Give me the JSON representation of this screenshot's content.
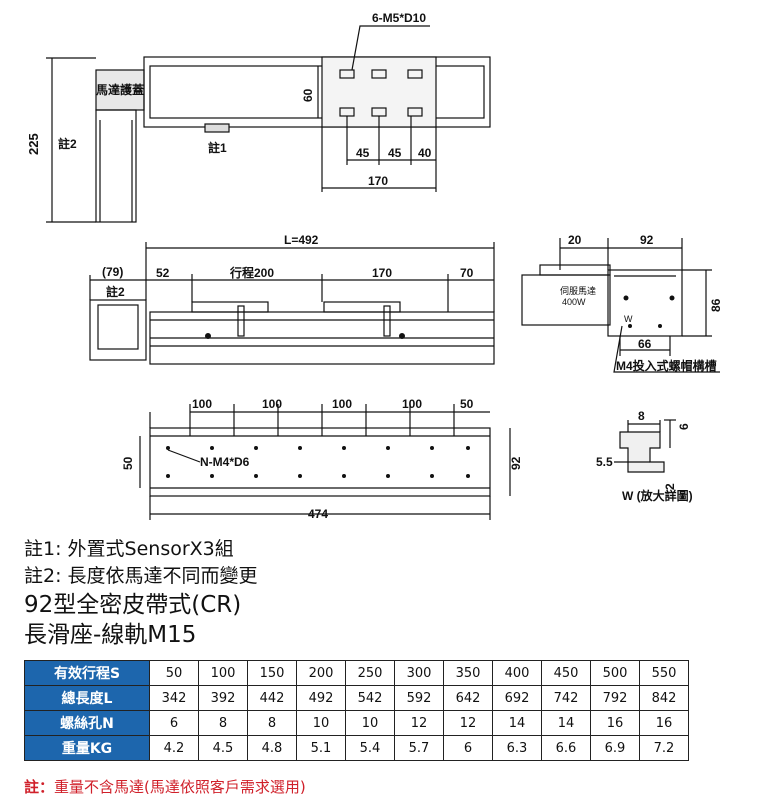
{
  "drawing": {
    "top_view": {
      "callout_holes": "6-M5*D10",
      "motor_cover": "馬達護蓋",
      "dim_height": "225",
      "dim_60": "60",
      "dim_45a": "45",
      "dim_45b": "45",
      "dim_40": "40",
      "dim_170": "170",
      "note2_tag": "註2",
      "note1_tag": "註1"
    },
    "side_view": {
      "dim_L": "L=492",
      "dim_79": "(79)",
      "dim_52": "52",
      "dim_stroke": "行程200",
      "dim_170": "170",
      "dim_70": "70",
      "note2_tag": "註2"
    },
    "end_view": {
      "dim_20": "20",
      "dim_92": "92",
      "motor_label_1": "伺服馬達",
      "motor_label_2": "400W",
      "dim_86": "86",
      "dim_66": "66",
      "w_mark": "W",
      "slot_callout": "M4投入式螺帽構槽"
    },
    "bottom_view": {
      "dim_100a": "100",
      "dim_100b": "100",
      "dim_100c": "100",
      "dim_100d": "100",
      "dim_50": "50",
      "hole_callout": "N-M4*D6",
      "dim_50_left": "50",
      "dim_92_right": "92",
      "dim_474": "474"
    },
    "detail_w": {
      "dim_8": "8",
      "dim_6": "6",
      "dim_5_5": "5.5",
      "dim_2": "2",
      "caption": "W (放大詳圖)"
    }
  },
  "notes": {
    "note1": "註1: 外置式SensorX3組",
    "note2": "註2: 長度依馬達不同而變更",
    "title1": "92型全密皮帶式(CR)",
    "title2": "長滑座-線軌M15"
  },
  "table": {
    "headers": [
      "有效行程S",
      "總長度L",
      "螺絲孔N",
      "重量KG"
    ],
    "rows": [
      [
        "50",
        "100",
        "150",
        "200",
        "250",
        "300",
        "350",
        "400",
        "450",
        "500",
        "550"
      ],
      [
        "342",
        "392",
        "442",
        "492",
        "542",
        "592",
        "642",
        "692",
        "742",
        "792",
        "842"
      ],
      [
        "6",
        "8",
        "8",
        "10",
        "10",
        "12",
        "12",
        "14",
        "14",
        "16",
        "16"
      ],
      [
        "4.2",
        "4.5",
        "4.8",
        "5.1",
        "5.4",
        "5.7",
        "6",
        "6.3",
        "6.6",
        "6.9",
        "7.2"
      ]
    ]
  },
  "footnote": {
    "label": "註：",
    "text": "重量不含馬達(馬達依照客戶需求選用)"
  },
  "colors": {
    "header_bg": "#1d66ad",
    "footnote": "#d0202a"
  }
}
